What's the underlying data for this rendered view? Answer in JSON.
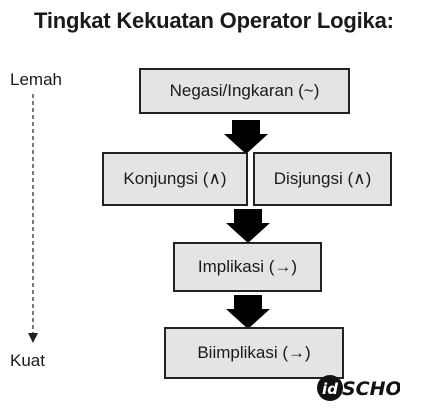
{
  "title": "Tingkat Kekuatan Operator Logika:",
  "axis": {
    "top_label": "Lemah",
    "bottom_label": "Kuat"
  },
  "boxes": {
    "negasi": "Negasi/Ingkaran (~)",
    "konjungsi": "Konjungsi (∧)",
    "disjungsi": "Disjungsi (∧)",
    "implikasi": "Implikasi (→)",
    "biimplikasi": "Biimplikasi (→)"
  },
  "logo": {
    "text": "SCHOOL",
    "prefix": "id"
  },
  "colors": {
    "box_fill": "#e4e4e4",
    "border": "#222222",
    "arrow": "#000000"
  }
}
